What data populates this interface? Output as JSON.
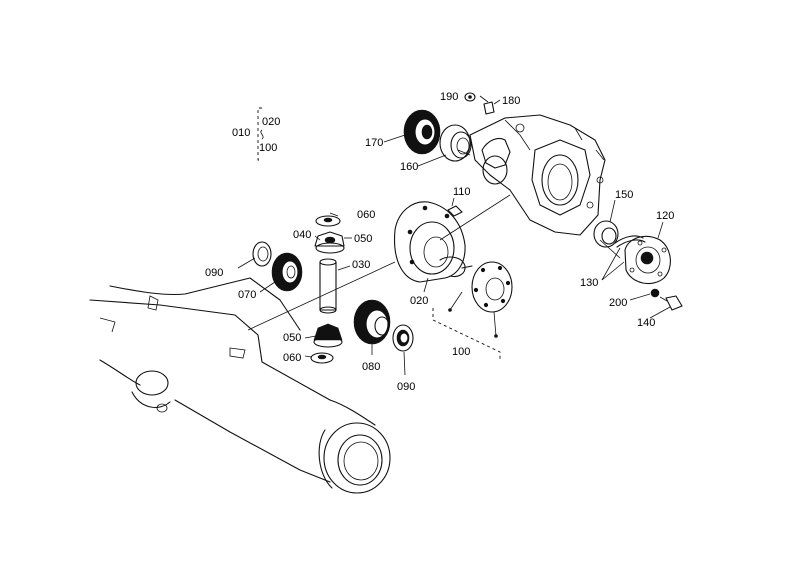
{
  "labels": {
    "l010": "010",
    "l020_top": "020",
    "l100_top": "100",
    "l190": "190",
    "l180": "180",
    "l170": "170",
    "l160": "160",
    "l110": "110",
    "l060_top": "060",
    "l040": "040",
    "l050_top": "050",
    "l030": "030",
    "l090_left": "090",
    "l070": "070",
    "l020": "020",
    "l050_bottom": "050",
    "l060_bottom": "060",
    "l080": "080",
    "l090_bottom": "090",
    "l100": "100",
    "l150": "150",
    "l120": "120",
    "l130": "130",
    "l200": "200",
    "l140": "140"
  }
}
